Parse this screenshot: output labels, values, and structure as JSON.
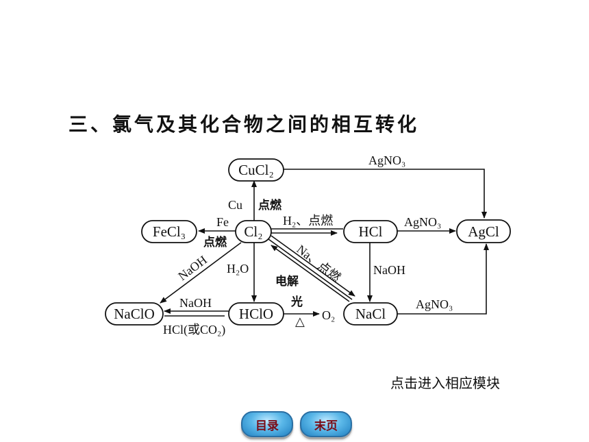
{
  "title": "三、氯气及其化合物之间的相互转化",
  "nodes": {
    "cucl2": "CuCl₂",
    "fecl3": "FeCl₃",
    "cl2": "Cl₂",
    "hcl": "HCl",
    "agcl": "AgCl",
    "naclo": "NaClO",
    "hclo": "HClO",
    "nacl": "NaCl"
  },
  "labels": {
    "cucl2_agcl": "AgNO₃",
    "cu": "Cu",
    "cu_ignite": "点燃",
    "fe": "Fe",
    "fe_ignite": "点燃",
    "h2_ignite": "H₂、点燃",
    "hcl_agcl": "AgNO₃",
    "naoh_cl2": "NaOH",
    "h2o": "H₂O",
    "na_ignite": "Na、点燃",
    "hcl_naoh": "NaOH",
    "electrolysis": "电解",
    "light": "光",
    "heat": "△",
    "o2": "O₂",
    "naclo_naoh": "NaOH",
    "hcl_co2": "HCl(或CO₂)",
    "nacl_agcl": "AgNO₃"
  },
  "note": "点击进入相应模块",
  "nav": {
    "toc": "目录",
    "last": "末页"
  }
}
